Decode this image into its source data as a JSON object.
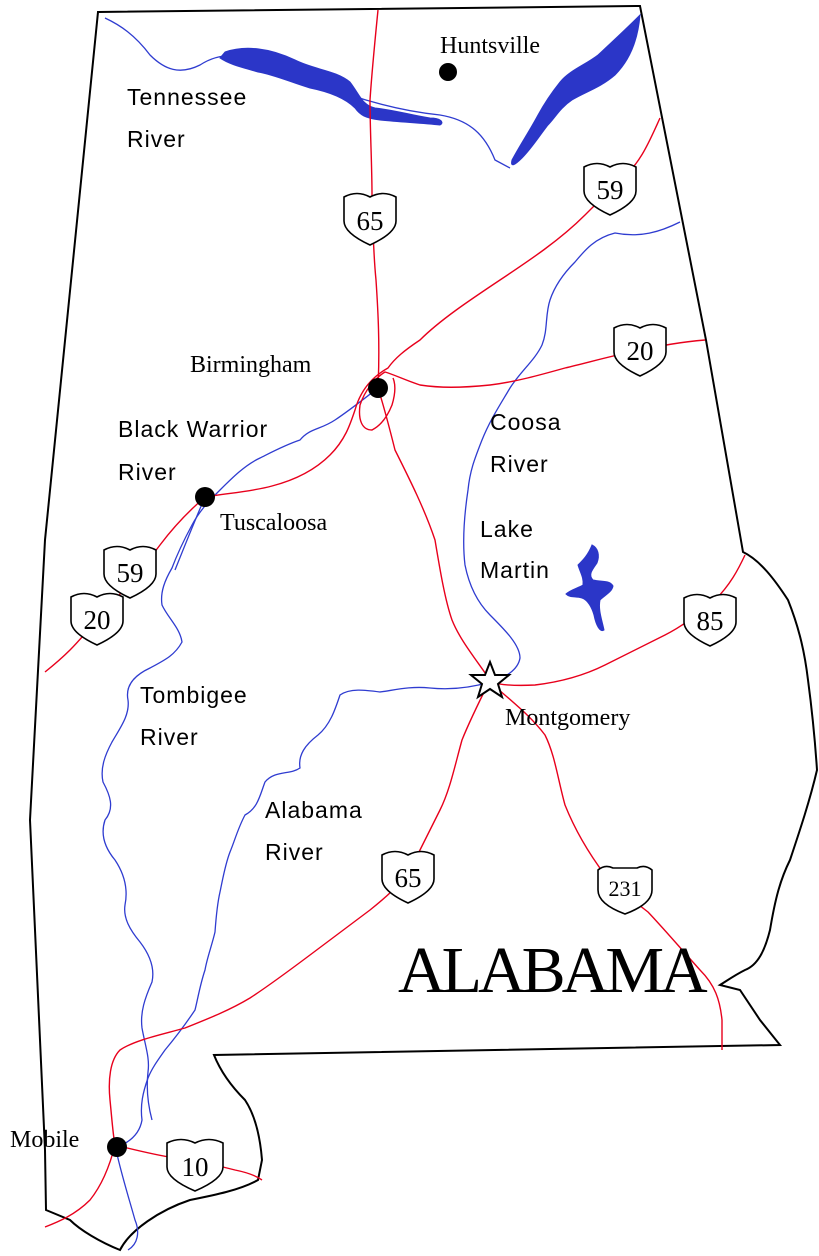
{
  "map": {
    "state_name": "ALABAMA",
    "colors": {
      "road": "#e8001c",
      "river": "#2f3cd0",
      "water": "#2b36c8",
      "border": "#000000"
    },
    "cities": {
      "huntsville": "Huntsville",
      "birmingham": "Birmingham",
      "tuscaloosa": "Tuscaloosa",
      "montgomery": "Montgomery",
      "mobile": "Mobile"
    },
    "rivers": {
      "tennessee": [
        "Tennessee",
        "River"
      ],
      "black_warrior": [
        "Black Warrior",
        "River"
      ],
      "coosa": [
        "Coosa",
        "River"
      ],
      "tombigee": [
        "Tombigee",
        "River"
      ],
      "alabama": [
        "Alabama",
        "River"
      ]
    },
    "lake": [
      "Lake",
      "Martin"
    ],
    "highways": {
      "i65_north": "65",
      "i59_north": "59",
      "i20_east": "20",
      "i59_southwest": "59",
      "i20_southwest": "20",
      "i85": "85",
      "i65_south": "65",
      "us231": "231",
      "i10": "10"
    }
  }
}
